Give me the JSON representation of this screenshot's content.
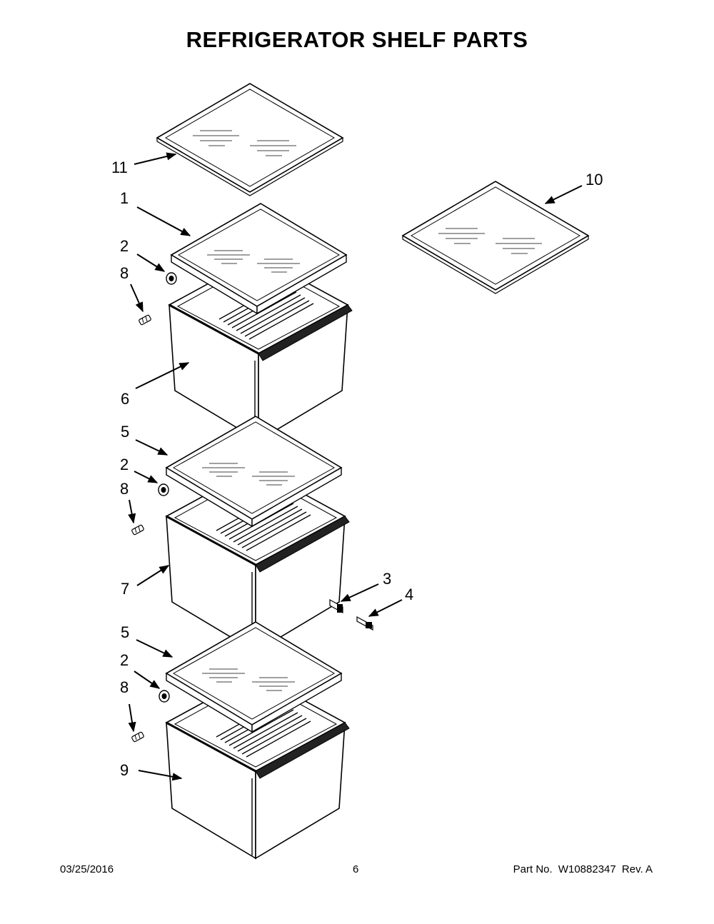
{
  "title": "REFRIGERATOR SHELF PARTS",
  "callouts": {
    "c11": "11",
    "c10": "10",
    "c1": "1",
    "c2a": "2",
    "c8a": "8",
    "c6": "6",
    "c5a": "5",
    "c2b": "2",
    "c8b": "8",
    "c7": "7",
    "c3": "3",
    "c4": "4",
    "c5b": "5",
    "c2c": "2",
    "c8c": "8",
    "c9": "9"
  },
  "footer": {
    "date": "03/25/2016",
    "page": "6",
    "part_label": "Part No.",
    "part_number": "W10882347",
    "rev": "Rev.  A"
  }
}
